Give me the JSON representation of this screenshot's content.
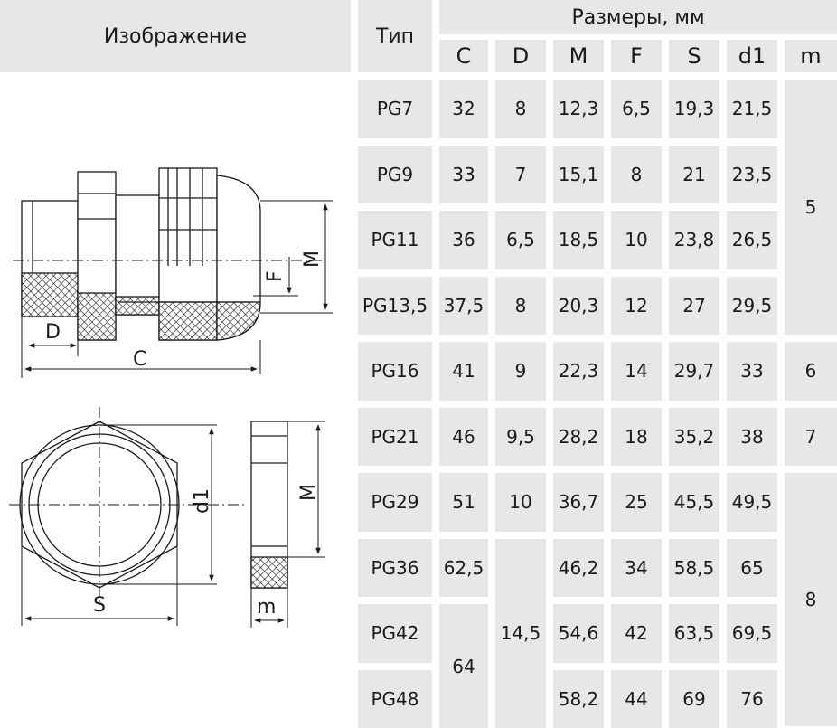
{
  "header": {
    "image_label": "Изображение",
    "type_label": "Тип",
    "dimensions_label": "Размеры, мм",
    "columns": [
      "C",
      "D",
      "M",
      "F",
      "S",
      "d1",
      "m"
    ]
  },
  "rows": [
    {
      "type": "PG7",
      "C": "32",
      "M": "12,3",
      "F": "6,5",
      "S": "19,3",
      "d1": "21,5",
      "D": "8"
    },
    {
      "type": "PG9",
      "C": "33",
      "M": "15,1",
      "F": "8",
      "S": "21",
      "d1": "23,5",
      "D": "7"
    },
    {
      "type": "PG11",
      "C": "36",
      "M": "18,5",
      "F": "10",
      "S": "23,8",
      "d1": "26,5",
      "D": "6,5"
    },
    {
      "type": "PG13,5",
      "C": "37,5",
      "M": "20,3",
      "F": "12",
      "S": "27",
      "d1": "29,5",
      "D": "8"
    },
    {
      "type": "PG16",
      "C": "41",
      "M": "22,3",
      "F": "14",
      "S": "29,7",
      "d1": "33",
      "D": "9"
    },
    {
      "type": "PG21",
      "C": "46",
      "M": "28,2",
      "F": "18",
      "S": "35,2",
      "d1": "38",
      "D": "9,5"
    },
    {
      "type": "PG29",
      "C": "51",
      "M": "36,7",
      "F": "25",
      "S": "45,5",
      "d1": "49,5",
      "D": "10"
    },
    {
      "type": "PG36",
      "C": "62,5",
      "M": "46,2",
      "F": "34",
      "S": "58,5",
      "d1": "65"
    },
    {
      "type": "PG42",
      "M": "54,6",
      "F": "42",
      "S": "63,5",
      "d1": "69,5"
    },
    {
      "type": "PG48",
      "M": "58,2",
      "F": "44",
      "S": "69",
      "d1": "76"
    }
  ],
  "merged": {
    "C_pg42_48": "64",
    "D_pg36_48": "14,5",
    "m_pg7_13": "5",
    "m_pg16": "6",
    "m_pg21": "7",
    "m_pg29_48": "8"
  },
  "drawing_labels": {
    "D": "D",
    "C": "C",
    "F": "F",
    "M_top": "M",
    "d1": "d1",
    "M_nut": "M",
    "S": "S",
    "m": "m"
  },
  "colors": {
    "cell_bg": "#e7e7e8",
    "line": "#1a1a1a",
    "text": "#1a1a1a"
  }
}
